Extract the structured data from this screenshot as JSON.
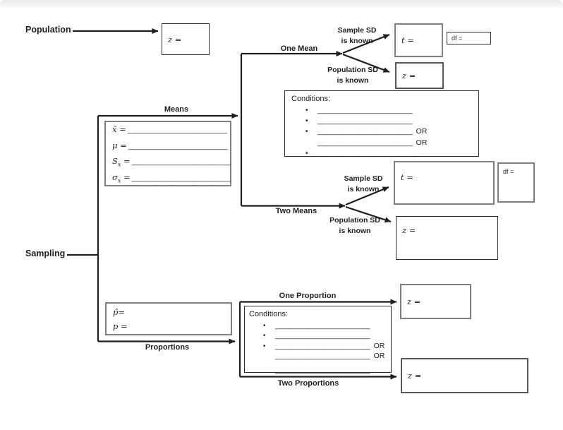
{
  "colors": {
    "line": "#1f1f1f",
    "border_dark": "#2e2e2e",
    "border_gray": "#7f7f7f",
    "top_shade": "#e9e9e9",
    "background": "#ffffff"
  },
  "population": {
    "label": "Population",
    "z": "z ="
  },
  "sampling": {
    "label": "Sampling"
  },
  "means": {
    "label": "Means",
    "vars": [
      {
        "pre": "x̄",
        "sub": "",
        "post": " =",
        "blank": "_______________________"
      },
      {
        "pre": "μ",
        "sub": "",
        "post": " =",
        "blank": "_______________________"
      },
      {
        "pre": "S",
        "sub": "x",
        "post": " =",
        "blank": "_______________________"
      },
      {
        "pre": "σ",
        "sub": "x",
        "post": " =",
        "blank": "_______________________"
      }
    ],
    "conditions": {
      "title": "Conditions:",
      "rows": [
        {
          "bullet": "•",
          "blank": "______________________",
          "or": ""
        },
        {
          "bullet": "•",
          "blank": "______________________",
          "or": ""
        },
        {
          "bullet": "•",
          "blank": "______________________",
          "or": "OR"
        },
        {
          "bullet": "",
          "blank": "______________________",
          "or": "OR"
        },
        {
          "bullet": "•",
          "blank": "______________________",
          "or": ""
        }
      ]
    }
  },
  "one_mean": {
    "label": "One Mean",
    "sample_sd": [
      "Sample SD",
      "is known"
    ],
    "population_sd": [
      "Population SD",
      "is known"
    ],
    "t": "t =",
    "df": "df =",
    "z": "z ="
  },
  "two_means": {
    "label": "Two Means",
    "sample_sd": [
      "Sample SD",
      "is known"
    ],
    "population_sd": [
      "Population SD",
      "is known"
    ],
    "t": "t =",
    "df": "df =",
    "z": "z ="
  },
  "proportions": {
    "label": "Proportions",
    "vars": [
      {
        "pre": "p̂",
        "sub": "",
        "post": "=",
        "blank": ""
      },
      {
        "pre": "p",
        "sub": "",
        "post": " =",
        "blank": ""
      }
    ],
    "conditions": {
      "title": "Conditions:",
      "rows": [
        {
          "bullet": "•",
          "blank": "______________________",
          "or": ""
        },
        {
          "bullet": "•",
          "blank": "______________________",
          "or": ""
        },
        {
          "bullet": "•",
          "blank": "______________________",
          "or": "OR"
        },
        {
          "bullet": "",
          "blank": "______________________",
          "or": "OR"
        },
        {
          "bullet": "",
          "blank": "______________________",
          "or": ""
        }
      ]
    }
  },
  "one_proportion": {
    "label": "One Proportion",
    "z": "z ="
  },
  "two_proportions": {
    "label": "Two Proportions",
    "z": "z ="
  }
}
